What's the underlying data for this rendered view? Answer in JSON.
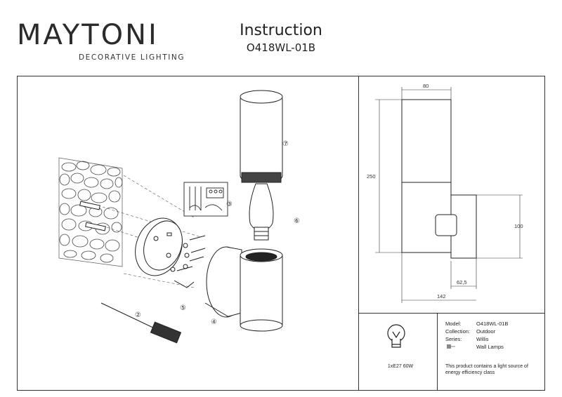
{
  "brand": {
    "name": "MAYTONI",
    "tagline": "DECORATIVE LIGHTING"
  },
  "document": {
    "title": "Instruction",
    "code": "O418WL-01B"
  },
  "dimensions": {
    "width": "80",
    "height": "250",
    "mount_height": "100",
    "projection": "62,5",
    "depth": "142"
  },
  "steps": [
    "②",
    "③",
    "④",
    "⑤",
    "⑥",
    "⑦"
  ],
  "info": {
    "model_label": "Model:",
    "model_value": "O418WL-01B",
    "collection_label": "Collection:",
    "collection_value": "Outdoor",
    "series_label": "Series:",
    "series_value": "Willis",
    "type_value": "Wall Lamps",
    "note": "This product contains a light source of energy efficiency class"
  },
  "lamp": {
    "caption": "1xE27 60W",
    "icon": "bulb-icon"
  }
}
